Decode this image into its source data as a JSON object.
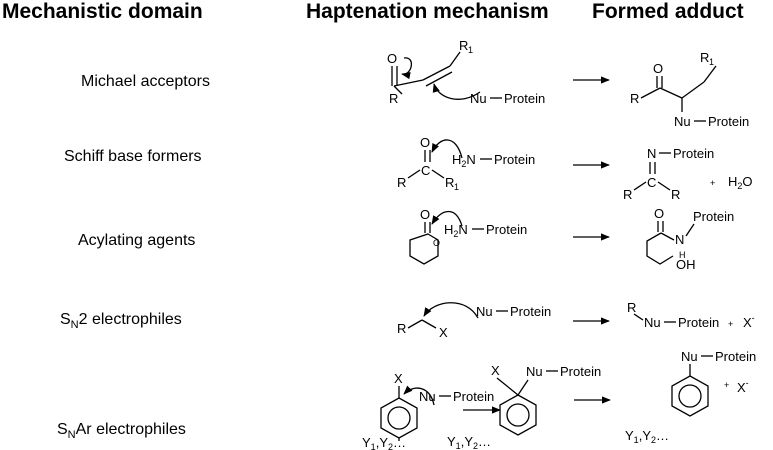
{
  "headers": {
    "mechanistic_domain": "Mechanistic domain",
    "haptenation_mechanism": "Haptenation mechanism",
    "formed_adduct": "Formed adduct"
  },
  "domains": [
    {
      "label": "Michael acceptors"
    },
    {
      "label": "Schiff base formers"
    },
    {
      "label": "Acylating agents"
    },
    {
      "label_pre": "S",
      "label_sub": "N",
      "label_post": "2 electrophiles"
    },
    {
      "label_pre": "S",
      "label_sub": "N",
      "label_post": "Ar electrophiles"
    }
  ],
  "atoms": {
    "O": "O",
    "N": "N",
    "R": "R",
    "R1": "R",
    "one": "1",
    "X": "X",
    "Nu": "Nu",
    "protein": "Protein",
    "H2": "H",
    "two": "2",
    "H2O": "H",
    "OH": "OH",
    "H": "H",
    "C": "C",
    "Y": "Y",
    "plus": "+",
    "minus": "-",
    "ellipsis": "…",
    "comma": ","
  }
}
